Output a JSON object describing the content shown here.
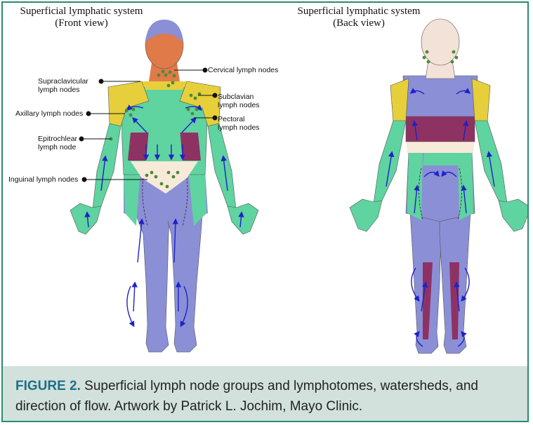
{
  "figure": {
    "front_title_line1": "Superficial lymphatic system",
    "front_title_line2": "(Front view)",
    "back_title_line1": "Superficial lymphatic system",
    "back_title_line2": "(Back view)",
    "labels": {
      "cervical": "Cervical lymph nodes",
      "supraclavicular_1": "Supraclavicular",
      "supraclavicular_2": "lymph nodes",
      "subclavian_1": "Subclavian",
      "subclavian_2": "lymph nodes",
      "axillary": "Axillary lymph nodes",
      "pectoral_1": "Pectoral",
      "pectoral_2": "lymph nodes",
      "epitrochlear_1": "Epitrochlear",
      "epitrochlear_2": "lymph node",
      "inguinal": "Inguinal lymph nodes"
    },
    "colors": {
      "green": "#5fd3a0",
      "blue": "#8b8fd6",
      "yellow": "#e6cf3a",
      "maroon": "#8e3264",
      "cream": "#f7ead9",
      "skin": "#e07a48",
      "arrow": "#1e22c8",
      "node": "#4f8a35"
    }
  },
  "caption": {
    "figure_label": "FIGURE 2.",
    "text": " Superficial lymph node groups and lymphotomes, watersheds, and direction of flow. Artwork by Patrick L. Jochim, Mayo Clinic."
  }
}
